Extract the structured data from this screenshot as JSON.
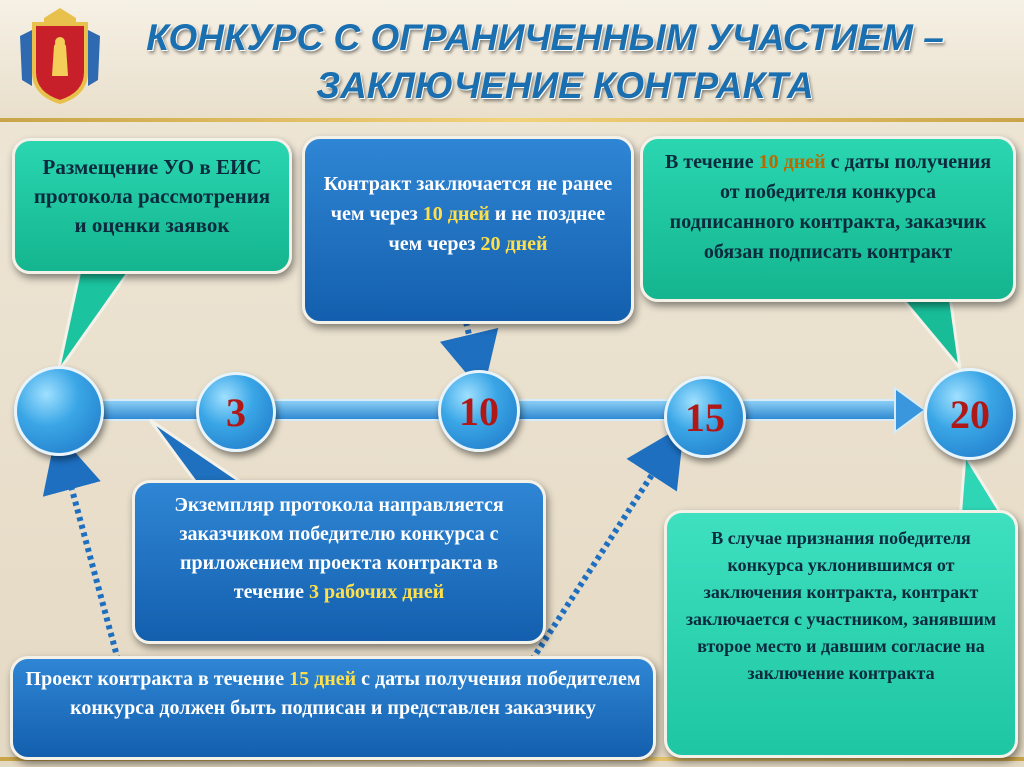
{
  "title": {
    "line1": "КОНКУРС С ОГРАНИЧЕННЫМ УЧАСТИЕМ –",
    "line2": "ЗАКЛЮЧЕНИЕ КОНТРАКТА"
  },
  "timeline": {
    "nodes": [
      {
        "label": ""
      },
      {
        "label": "3"
      },
      {
        "label": "10"
      },
      {
        "label": "15"
      },
      {
        "label": "20"
      }
    ]
  },
  "boxes": {
    "placement": {
      "text": "Размещение УО в ЕИС протокола рассмотрения и оценки заявок"
    },
    "contract_timing": {
      "part1": "Контракт заключается не ранее чем через ",
      "hl1": "10 дней",
      "part2": " и не позднее чем через ",
      "hl2": "20 дней"
    },
    "customer_signs": {
      "part1": "В течение ",
      "hl1": "10 дней",
      "part2": " с даты получения от победителя конкурса подписанного контракта, заказчик обязан подписать контракт"
    },
    "copy_sent": {
      "part1": "Экземпляр протокола направляется заказчиком победителю конкурса с приложением проекта контракта в течение ",
      "hl1": "3 рабочих дней"
    },
    "project_signed": {
      "part1": "Проект контракта в течение ",
      "hl1": "15 дней",
      "part2": " с даты получения победителем конкурса должен быть подписан и представлен заказчику"
    },
    "evasion": {
      "text": "В случае признания победителя конкурса уклонившимся от заключения контракта, контракт заключается с участником, занявшим второе место и давшим согласие на заключение контракта"
    }
  },
  "colors": {
    "title": "#1a6fb0",
    "teal_box": "#14b58f",
    "blue_box": "#135fae",
    "node_number": "#b01818",
    "highlight": "#ffe04b"
  }
}
